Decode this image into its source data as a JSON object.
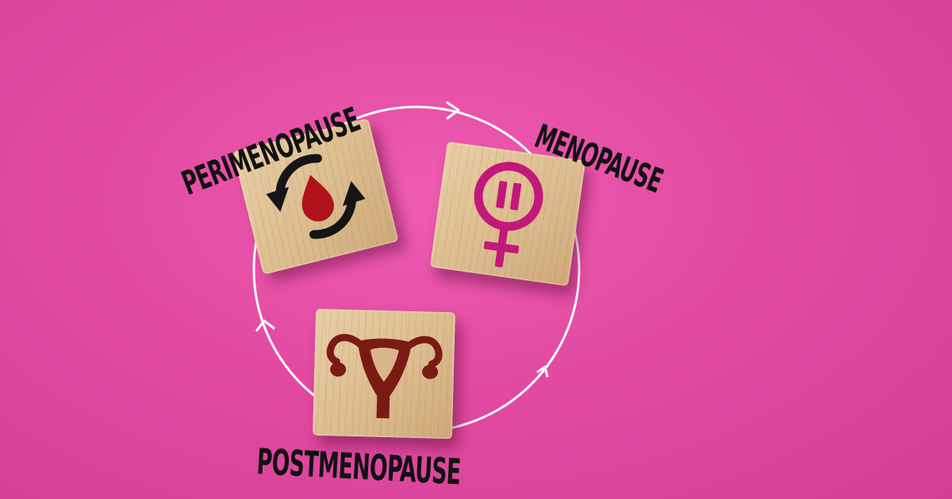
{
  "background_color": "#e24aa2",
  "wood_color": "#dcbd8f",
  "icon_colors": {
    "drop": "#b0121c",
    "arrows": "#151515",
    "female_symbol": "#c2187a",
    "uterus": "#7a1a14"
  },
  "cycle": {
    "arrow_direction": "clockwise"
  },
  "stages": [
    {
      "label": "PERIMENOPAUSE",
      "icon": "cycle-drop-icon"
    },
    {
      "label": "MENOPAUSE",
      "icon": "female-pause-icon"
    },
    {
      "label": "POSTMENOPAUSE",
      "icon": "uterus-icon"
    }
  ]
}
